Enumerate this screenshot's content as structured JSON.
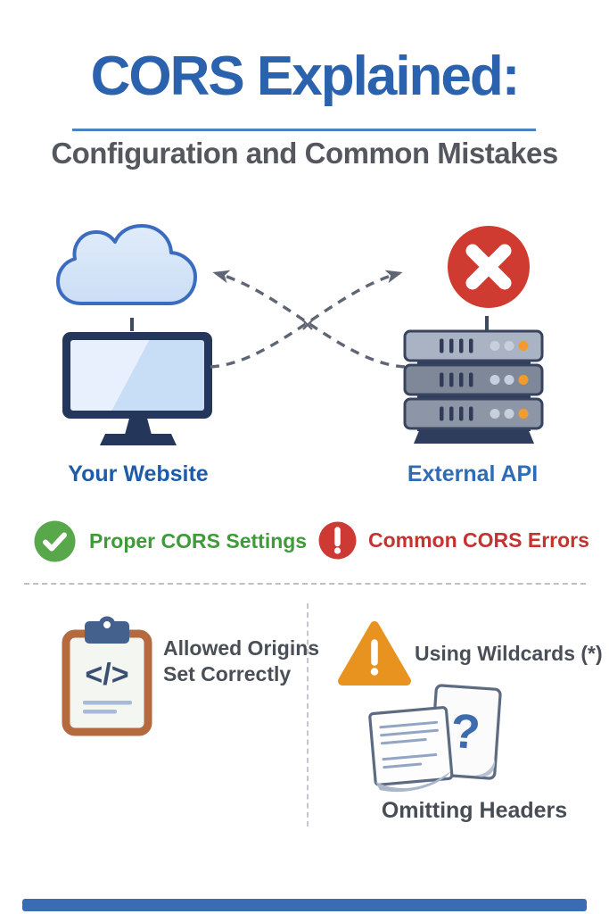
{
  "header": {
    "title": "CORS Explained:",
    "subtitle": "Configuration and Common Mistakes"
  },
  "diagram": {
    "website_label": "Your Website",
    "api_label": "External API"
  },
  "legend": {
    "success_label": "Proper CORS Settings",
    "error_label": "Common CORS Errors"
  },
  "mistakes": {
    "left": {
      "lines": [
        "Allowed Origins",
        "Set Correctly"
      ],
      "clipboard_glyph": "</>"
    },
    "right": {
      "warning_label": "Using Wildcards (*)",
      "docs_label": "Omitting Headers",
      "docs_glyph": "?"
    }
  },
  "icons": {
    "cloud": "cloud-icon",
    "monitor": "monitor-icon",
    "error_badge": "x-circle-icon",
    "servers": "server-stack-icon",
    "arrows": "crossed-dashed-arrows-icon",
    "success": "check-circle-icon",
    "error": "exclamation-circle-icon",
    "clipboard": "clipboard-code-icon",
    "warning": "warning-triangle-icon",
    "documents": "documents-question-icon"
  },
  "colors": {
    "title_blue": "#2b62ae",
    "subtitle_gray": "#54575d",
    "website_label_blue": "#1d5ca8",
    "api_label_blue": "#2e6cb5",
    "success_green": "#3f9b3a",
    "success_icon": "#58a84b",
    "error_red": "#c23430",
    "error_icon": "#cc3a33",
    "warning_orange": "#e8921f",
    "body_text": "#4a4f57",
    "bottom_bar": "#3a6cb4",
    "arrow_gray": "#5f6673"
  }
}
